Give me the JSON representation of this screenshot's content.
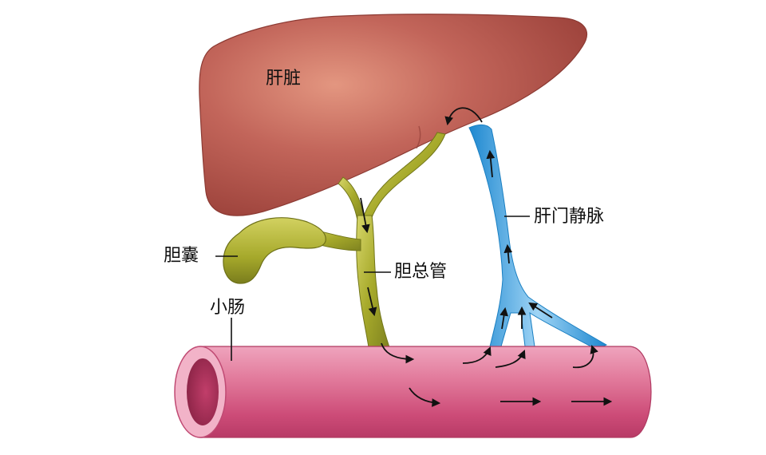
{
  "labels": {
    "liver": "肝脏",
    "gallbladder": "胆囊",
    "bile_duct": "胆总管",
    "portal_vein": "肝门静脉",
    "small_intestine": "小肠"
  },
  "colors": {
    "liver": "#b5564d",
    "bile": "#a8ac2c",
    "vein": "#3aa0de",
    "intestine": "#d86488",
    "arrow": "#111111"
  }
}
